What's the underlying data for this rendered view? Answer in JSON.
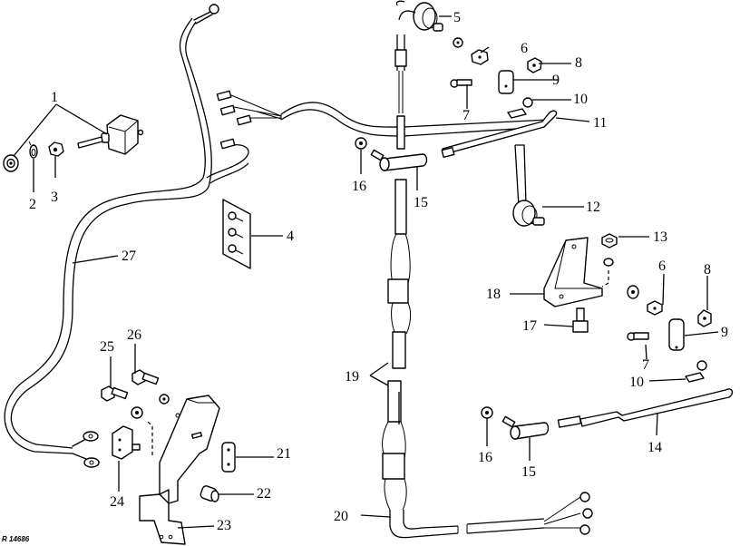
{
  "figure": {
    "type": "exploded parts diagram",
    "subject": "wiring harness, switches and linkage rods",
    "reference_code": "R 14686",
    "ink_color": "#000000",
    "paper_color": "#ffffff"
  },
  "callouts": {
    "c1": "1",
    "c2": "2",
    "c3": "3",
    "c4": "4",
    "c5": "5",
    "c6a": "6",
    "c6b": "6",
    "c7a": "7",
    "c7b": "7",
    "c8a": "8",
    "c8b": "8",
    "c9a": "9",
    "c9b": "9",
    "c10a": "10",
    "c10b": "10",
    "c11": "11",
    "c12": "12",
    "c13": "13",
    "c14": "14",
    "c15a": "15",
    "c15b": "15",
    "c16a": "16",
    "c16b": "16",
    "c17": "17",
    "c18": "18",
    "c19": "19",
    "c20": "20",
    "c21": "21",
    "c22": "22",
    "c23": "23",
    "c24": "24",
    "c25": "25",
    "c26": "26",
    "c27": "27"
  },
  "parts": [
    {
      "number": "1",
      "depicts": "toggle switch with lever and bezel nut"
    },
    {
      "number": "2",
      "depicts": "lock washer"
    },
    {
      "number": "3",
      "depicts": "hex nut"
    },
    {
      "number": "4",
      "depicts": "terminal plate with three keyed terminals"
    },
    {
      "number": "5",
      "depicts": "switch/sender on harness lead"
    },
    {
      "number": "6",
      "depicts": "hex nut"
    },
    {
      "number": "7",
      "depicts": "pin / bolt"
    },
    {
      "number": "8",
      "depicts": "lock nut"
    },
    {
      "number": "9",
      "depicts": "clevis"
    },
    {
      "number": "10",
      "depicts": "rod end link"
    },
    {
      "number": "11",
      "depicts": "control rod (upper)"
    },
    {
      "number": "12",
      "depicts": "switch/sender on harness lead"
    },
    {
      "number": "13",
      "depicts": "hex nut"
    },
    {
      "number": "14",
      "depicts": "control rod (lower)"
    },
    {
      "number": "15",
      "depicts": "rod coupler"
    },
    {
      "number": "16",
      "depicts": "washer"
    },
    {
      "number": "17",
      "depicts": "cap screw"
    },
    {
      "number": "18",
      "depicts": "mounting bracket"
    },
    {
      "number": "19",
      "depicts": "wiring harness with connector"
    },
    {
      "number": "20",
      "depicts": "wiring harness with ring terminals"
    },
    {
      "number": "21",
      "depicts": "clamp"
    },
    {
      "number": "22",
      "depicts": "spacer"
    },
    {
      "number": "23",
      "depicts": "switch mounting bracket"
    },
    {
      "number": "24",
      "depicts": "switch with terminals"
    },
    {
      "number": "25",
      "depicts": "cap screw"
    },
    {
      "number": "26",
      "depicts": "cap screw"
    },
    {
      "number": "27",
      "depicts": "ground cable"
    }
  ]
}
